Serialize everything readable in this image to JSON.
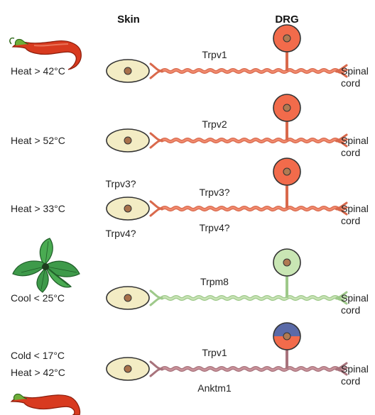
{
  "headers": {
    "skin": "Skin",
    "drg": "DRG"
  },
  "target_label": [
    "Spinal",
    "cord"
  ],
  "rows": [
    {
      "stimulus": [
        "Heat > 42°C"
      ],
      "icon_top": "chili-pepper-icon",
      "channel_labels": [
        "Trpv1"
      ],
      "skin_labels": [],
      "fiber_color": "#f08a6e",
      "fiber_stroke": "#d9694c",
      "neuron_fill": "#f26b4b",
      "neuron_fill_top": null
    },
    {
      "stimulus": [
        "Heat > 52°C"
      ],
      "channel_labels": [
        "Trpv2"
      ],
      "skin_labels": [],
      "fiber_color": "#f08a6e",
      "fiber_stroke": "#d9694c",
      "neuron_fill": "#f26b4b",
      "neuron_fill_top": null
    },
    {
      "stimulus": [
        "Heat > 33°C"
      ],
      "channel_labels": [
        "Trpv3?",
        "Trpv4?"
      ],
      "skin_labels": [
        "Trpv3?",
        "Trpv4?"
      ],
      "fiber_color": "#f08a6e",
      "fiber_stroke": "#d9694c",
      "neuron_fill": "#f26b4b",
      "neuron_fill_top": null
    },
    {
      "stimulus": [
        "Cool < 25°C"
      ],
      "icon_top": "mint-leaf-icon",
      "channel_labels": [
        "Trpm8"
      ],
      "skin_labels": [],
      "fiber_color": "#c8e3b5",
      "fiber_stroke": "#9ec98a",
      "neuron_fill": "#c9e6b4",
      "neuron_fill_top": null
    },
    {
      "stimulus": [
        "Cold < 17°C",
        "Heat > 42°C"
      ],
      "icon_bottom": "chili-pepper-icon",
      "channel_labels": [
        "Trpv1",
        "Anktm1"
      ],
      "skin_labels": [],
      "fiber_color": "#c9929a",
      "fiber_stroke": "#a8737c",
      "neuron_fill": "#f26b4b",
      "neuron_fill_top": "#5a6aa8"
    }
  ]
}
